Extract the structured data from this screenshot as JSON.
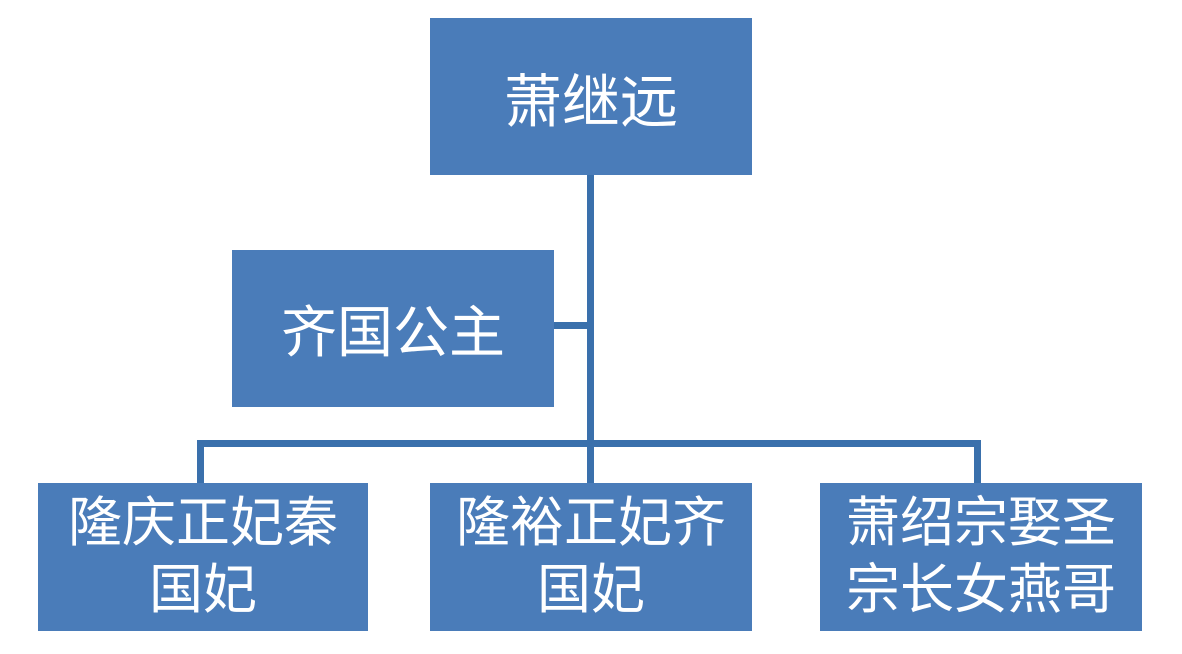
{
  "diagram": {
    "type": "family-tree-org-chart",
    "colors": {
      "box_fill": "#4a7cb9",
      "connector": "#3a70ac",
      "text": "#ffffff",
      "background": "#ffffff"
    },
    "nodes": {
      "root": {
        "label": "萧继远"
      },
      "spouse": {
        "label": "齐国公主"
      },
      "child1": {
        "line1": "隆庆正妃秦",
        "line2": "国妃"
      },
      "child2": {
        "line1": "隆裕正妃齐",
        "line2": "国妃"
      },
      "child3": {
        "line1": "萧绍宗娶圣",
        "line2": "宗长女燕哥"
      }
    }
  }
}
